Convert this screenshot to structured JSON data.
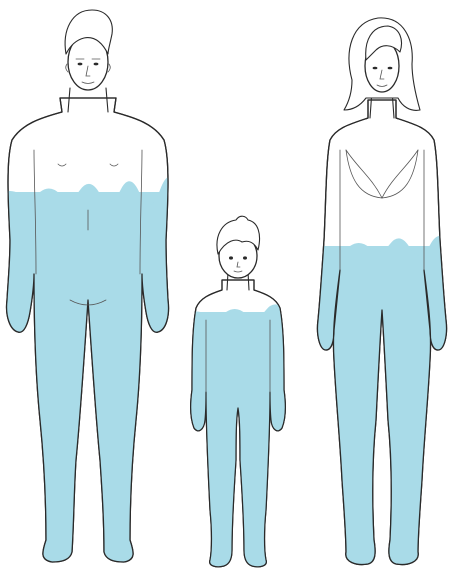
{
  "figures": [
    {
      "id": "adult-man",
      "water_level": 0.62
    },
    {
      "id": "child",
      "water_level": 0.75
    },
    {
      "id": "adult-woman",
      "water_level": 0.55
    }
  ],
  "colors": {
    "water": "#a9dbe8",
    "outline": "#2a2a2a",
    "background": "#ffffff"
  }
}
